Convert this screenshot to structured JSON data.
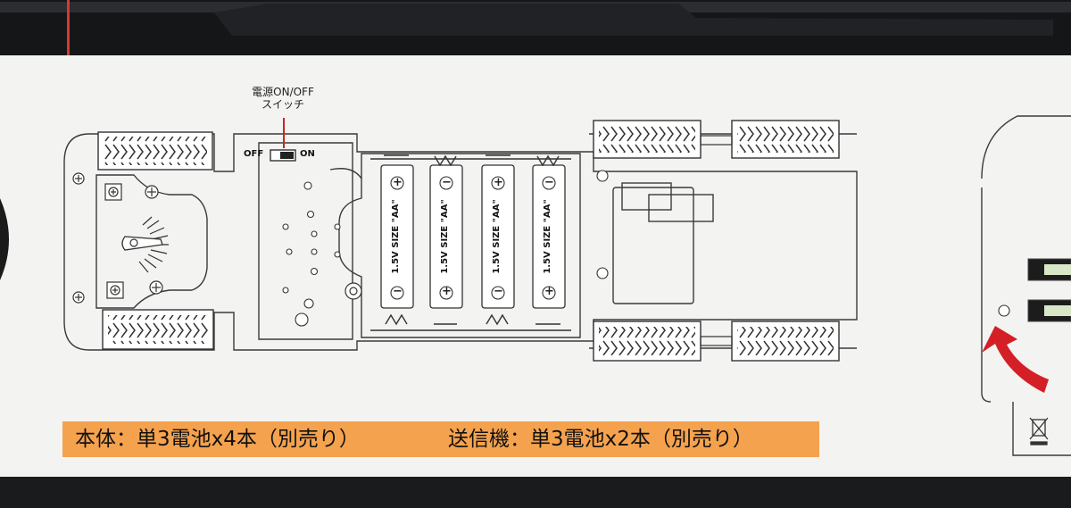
{
  "switch": {
    "label_line1": "電源ON/OFF",
    "label_line2": "スイッチ",
    "off_label": "OFF",
    "on_label": "ON"
  },
  "batteries": [
    {
      "label": "1.5V SIZE \"AA\"",
      "top_terminal": "+",
      "bottom_terminal": "−"
    },
    {
      "label": "1.5V SIZE \"AA\"",
      "top_terminal": "−",
      "bottom_terminal": "+"
    },
    {
      "label": "1.5V SIZE \"AA\"",
      "top_terminal": "+",
      "bottom_terminal": "−"
    },
    {
      "label": "1.5V SIZE \"AA\"",
      "top_terminal": "−",
      "bottom_terminal": "+"
    }
  ],
  "battery_info": {
    "body": "本体：単3電池x4本（別売り）",
    "transmitter": "送信機：単3電池x2本（別売り）"
  },
  "colors": {
    "box_black": "#151617",
    "panel_white": "#f3f3f1",
    "line": "#3a3a3a",
    "orange_bar": "#f5a24e",
    "arrow_red": "#d41f26"
  }
}
